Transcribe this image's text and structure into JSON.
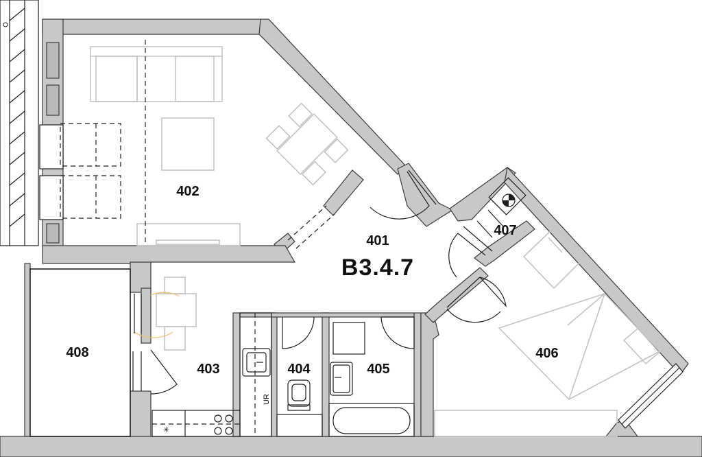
{
  "apartment": {
    "code": "B3.4.7"
  },
  "rooms": [
    {
      "id": "room-401",
      "number": "401"
    },
    {
      "id": "room-402",
      "number": "402"
    },
    {
      "id": "room-403",
      "number": "403"
    },
    {
      "id": "room-404",
      "number": "404"
    },
    {
      "id": "room-405",
      "number": "405"
    },
    {
      "id": "room-406",
      "number": "406"
    },
    {
      "id": "room-407",
      "number": "407"
    },
    {
      "id": "room-408",
      "number": "408"
    }
  ],
  "annotations": {
    "utility_riser": "UR",
    "fridge_symbol": "✳"
  },
  "colors": {
    "wall": "#c8c8c8",
    "line": "#1e1e1e",
    "furniture": "#c4c4c4",
    "door_swing_accent": "#e8c56a"
  }
}
